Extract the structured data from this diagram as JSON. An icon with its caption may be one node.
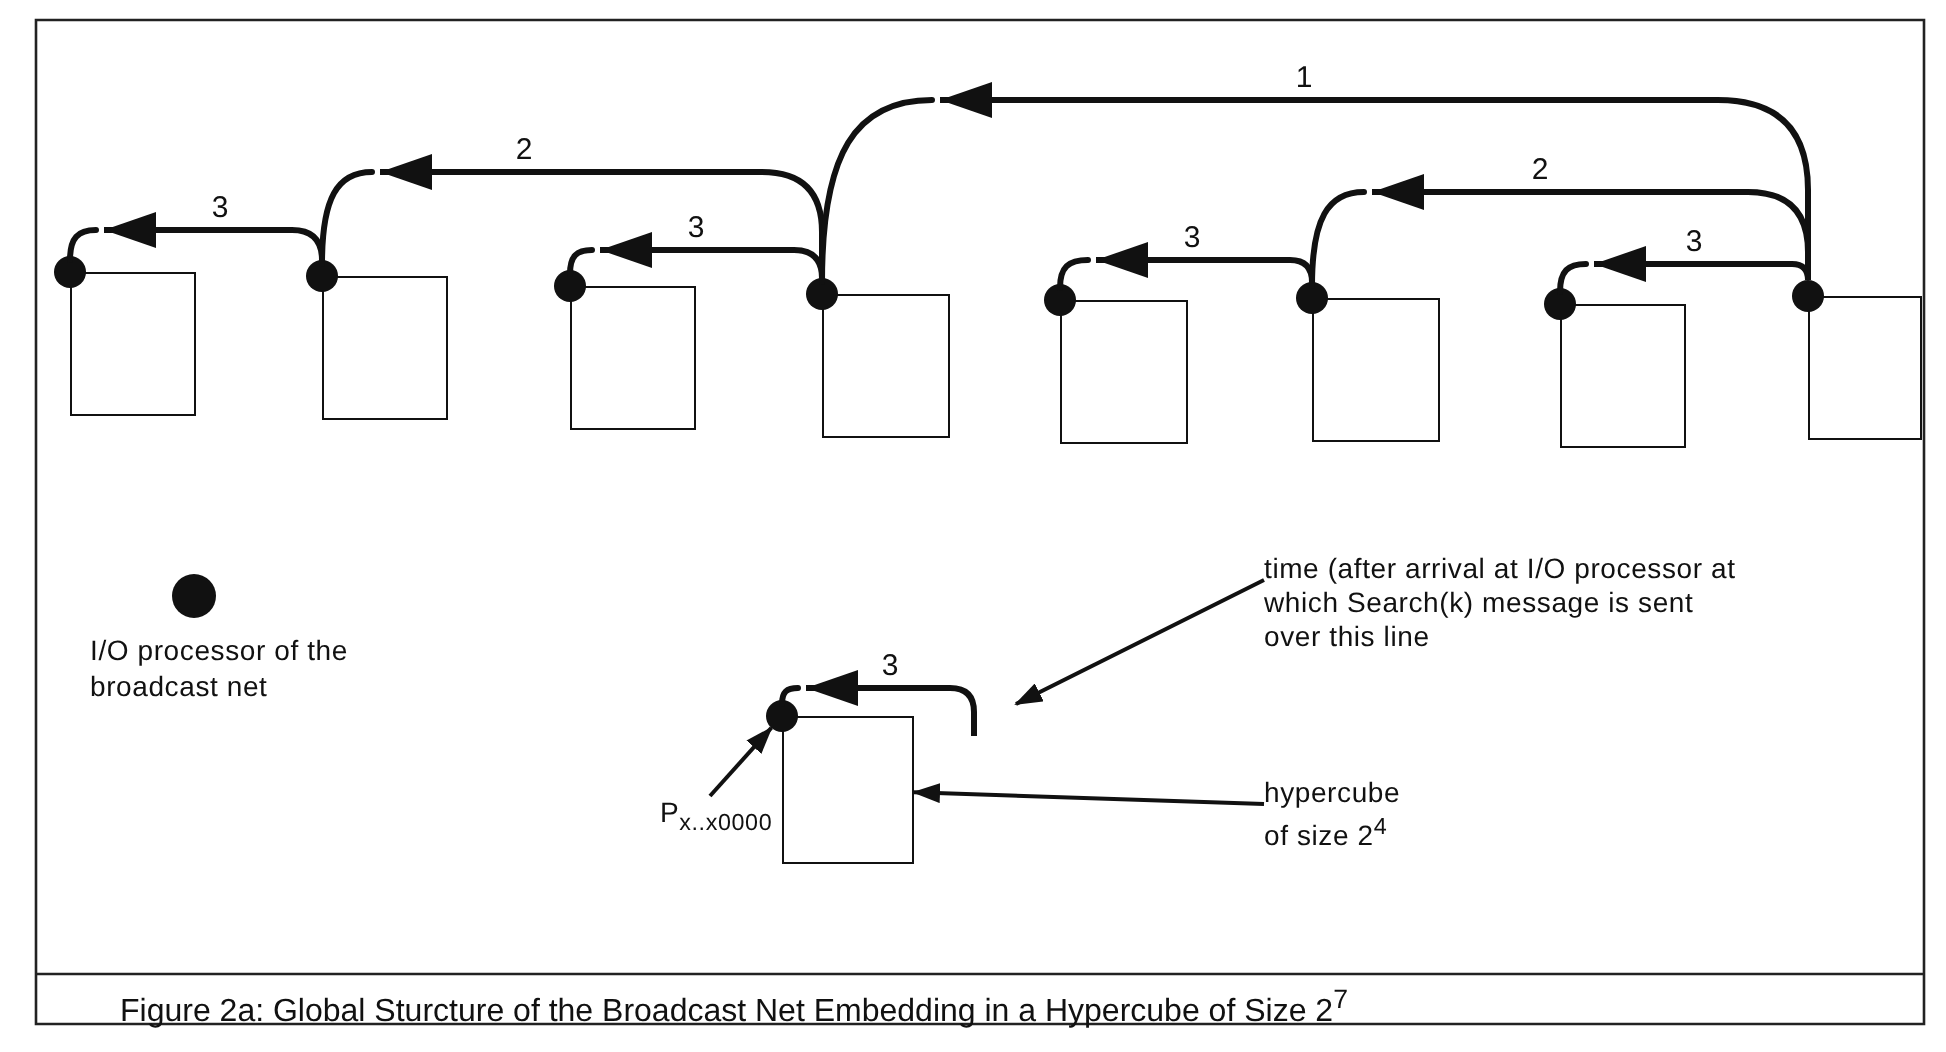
{
  "diagram": {
    "caption": "Figure 2a: Global Sturcture of the Broadcast Net Embedding in a Hypercube of Size 2$^{7}$",
    "nodes": [
      {
        "text": [],
        "shape": "box"
      },
      {
        "text": [],
        "shape": "circle"
      },
      {
        "text": [],
        "shape": "box"
      },
      {
        "text": [],
        "shape": "circle"
      },
      {
        "text": [],
        "shape": "box"
      },
      {
        "text": [],
        "shape": "circle"
      },
      {
        "text": [],
        "shape": "box"
      },
      {
        "text": [],
        "shape": "circle"
      },
      {
        "text": [],
        "shape": "box"
      },
      {
        "text": [],
        "shape": "circle"
      },
      {
        "text": [],
        "shape": "box"
      },
      {
        "text": [],
        "shape": "circle"
      },
      {
        "text": [],
        "shape": "box"
      },
      {
        "text": [],
        "shape": "circle"
      },
      {
        "text": [],
        "shape": "box"
      },
      {
        "text": [],
        "shape": "circle"
      },
      {
        "text": [],
        "shape": "circle"
      },
      {
        "text": [],
        "shape": "box"
      },
      {
        "text": [
          "P$_{x..x0000}$"
        ]
      },
      {
        "text": [
          "time (after arrival at I/O processor at which Search(k) message is sent over this line"
        ]
      },
      {
        "text": [
          "hypercube of size 2$^{4}$"
        ]
      }
    ],
    "edges": [
      {
        "from": 15,
        "to": 7,
        "arrow": "to",
        "label": "1"
      },
      {
        "from": 15,
        "to": 11,
        "arrow": "to",
        "label": "2"
      },
      {
        "from": 15,
        "to": 13,
        "arrow": "to",
        "label": "3"
      },
      {
        "from": 7,
        "to": 3,
        "arrow": "to",
        "label": "2"
      },
      {
        "from": 7,
        "to": 5,
        "arrow": "to",
        "label": "3"
      },
      {
        "from": 3,
        "to": 1,
        "arrow": "to",
        "label": "3"
      },
      {
        "from": 11,
        "to": 9,
        "arrow": "to",
        "label": "3"
      },
      {
        "from": null,
        "to": 16,
        "arrow": "to",
        "label": "3"
      },
      {
        "from": 19,
        "to": null,
        "arrow": "to"
      },
      {
        "from": 20,
        "to": 17,
        "arrow": "to"
      },
      {
        "from": 18,
        "to": 16,
        "arrow": "to"
      }
    ],
    "legend": [
      {
        "text": "I/O processor of the broadcast net"
      }
    ]
  }
}
